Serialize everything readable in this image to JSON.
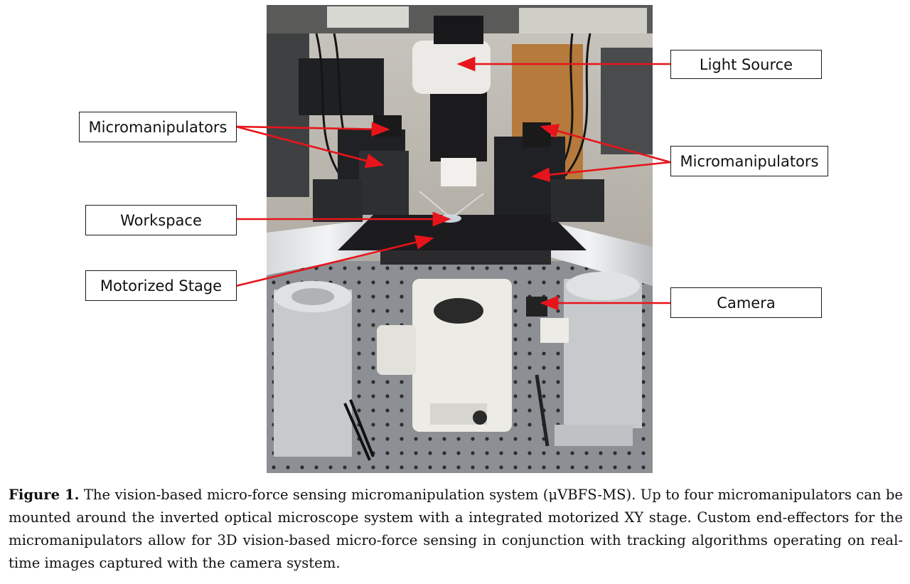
{
  "figure": {
    "labels": {
      "light_source": "Light Source",
      "micromanipulators_left": "Micromanipulators",
      "micromanipulators_right": "Micromanipulators",
      "workspace": "Workspace",
      "motorized_stage": "Motorized Stage",
      "camera": "Camera"
    },
    "arrow_color": "#e8141b",
    "caption": {
      "label": "Figure 1.",
      "text": " The vision-based micro-force sensing micromanipulation system (μVBFS-MS). Up to four micromanipulators can be mounted around the inverted optical microscope system with a integrated motorized XY stage. Custom end-effectors for the micromanipulators allow for 3D vision-based micro-force sensing in conjunction with tracking algorithms operating on real-time images captured with the camera system."
    }
  }
}
